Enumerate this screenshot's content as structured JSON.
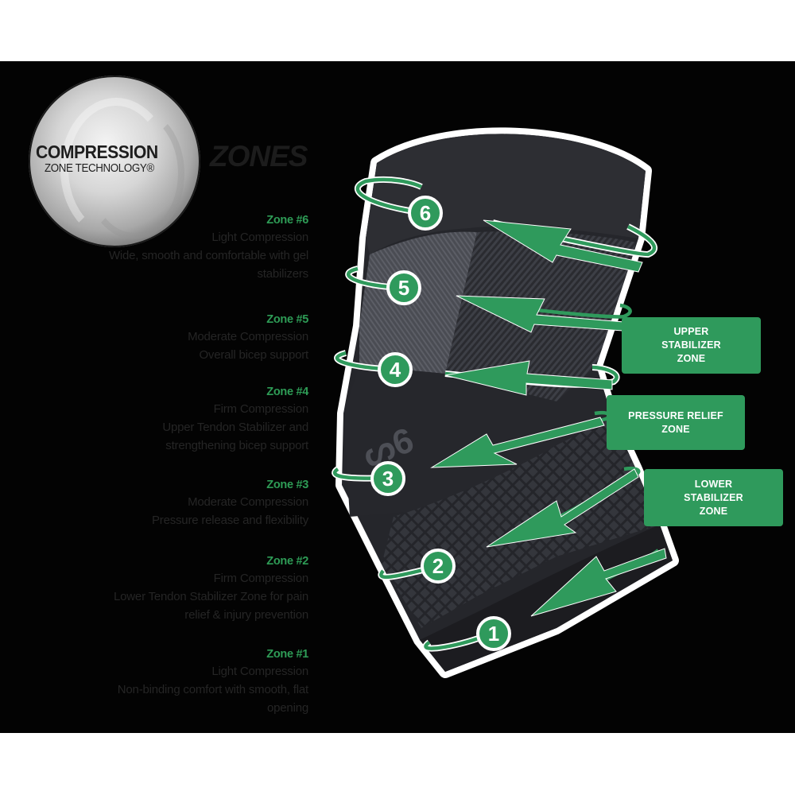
{
  "badge": {
    "title": "COMPRESSION",
    "subtitle": "ZONE TECHNOLOGY®"
  },
  "heading": "ZONES",
  "colors": {
    "accent_green": "#2f9a5c",
    "zone_heading_green": "#2e9c56",
    "background": "#030303",
    "body_text": "#252525"
  },
  "zones": [
    {
      "title": "Zone #6",
      "lines": [
        "Light Compression",
        "Wide, smooth and comfortable with gel",
        "stabilizers"
      ]
    },
    {
      "title": "Zone #5",
      "lines": [
        "Moderate Compression",
        "Overall bicep support"
      ]
    },
    {
      "title": "Zone #4",
      "lines": [
        "Firm Compression",
        "Upper Tendon Stabilizer and",
        "strengthening bicep support"
      ]
    },
    {
      "title": "Zone #3",
      "lines": [
        "Moderate Compression",
        "Pressure release and flexibility"
      ]
    },
    {
      "title": "Zone #2",
      "lines": [
        "Firm Compression",
        "Lower Tendon Stabilizer Zone for pain",
        "relief & injury prevention"
      ]
    },
    {
      "title": "Zone #1",
      "lines": [
        "Light Compression",
        "Non-binding comfort with smooth, flat",
        "opening"
      ]
    }
  ],
  "markers": [
    "6",
    "5",
    "4",
    "3",
    "2",
    "1"
  ],
  "labels": {
    "upper": [
      "UPPER",
      "STABILIZER",
      "ZONE"
    ],
    "pressure": [
      "PRESSURE RELIEF",
      "ZONE"
    ],
    "lower": [
      "LOWER",
      "STABILIZER",
      "ZONE"
    ]
  }
}
